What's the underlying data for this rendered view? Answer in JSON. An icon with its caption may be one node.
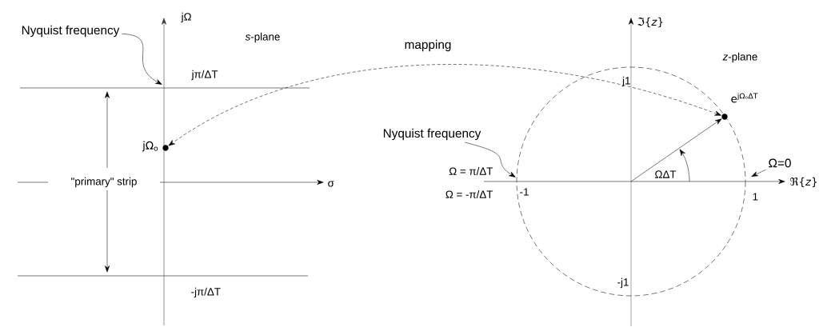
{
  "diagram": {
    "nodes": [
      {
        "text": [
          "Nyquist frequency"
        ]
      },
      {
        "text": [],
        "shape": "circle",
        "beside": [
          "jΩ$_{o}$"
        ]
      },
      {
        "text": [
          "Nyquist frequency"
        ]
      },
      {
        "text": [],
        "shape": "circle",
        "beside": [
          "e$^{jΩₒΔT}$"
        ]
      },
      {
        "text": [
          "Ω=0"
        ]
      }
    ],
    "edges": [
      {
        "from": 0,
        "to": null,
        "arrow": "to"
      },
      {
        "from": 3,
        "to": 1,
        "arrow": "both",
        "label": "mapping",
        "style": "dashed"
      },
      {
        "from": 2,
        "to": null,
        "arrow": "to"
      },
      {
        "from": null,
        "to": 3,
        "arrow": "to"
      },
      {
        "from": 4,
        "to": null,
        "arrow": "to"
      }
    ],
    "labels": [
      "jΩ",
      "*s*-plane",
      "jπ/ΔT",
      "\"primary\" strip",
      "σ",
      "-jπ/ΔT",
      "ℑ{*z*}",
      "*z*-plane",
      "j1",
      "Ω = π/ΔT",
      "Ω = -π/ΔT",
      "-1",
      "ΩΔT",
      "1",
      "ℜ{*z*}",
      "-j1"
    ]
  }
}
